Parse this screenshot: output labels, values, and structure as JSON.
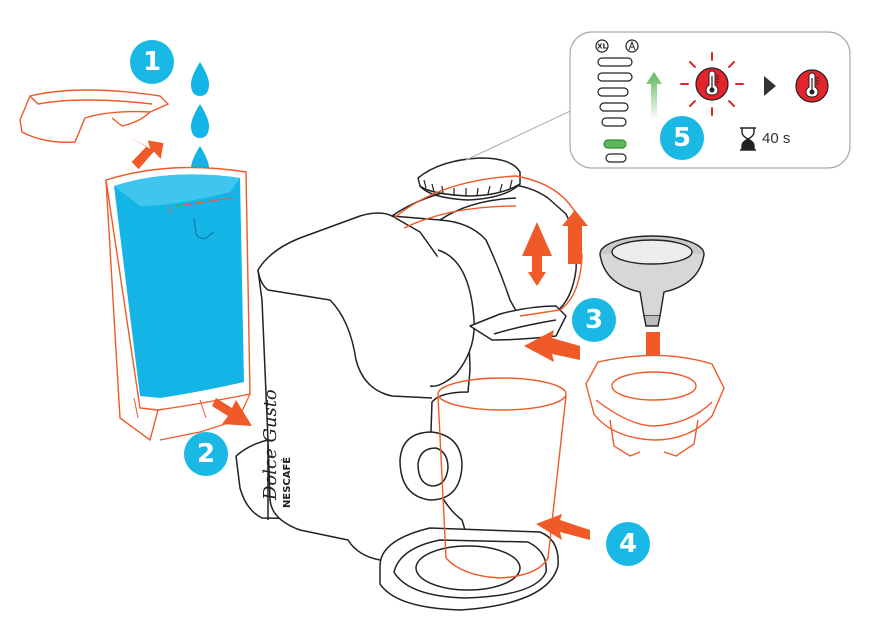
{
  "colors": {
    "accent_blue": "#1ab8e4",
    "water": "#14b4e6",
    "orange": "#ef5a28",
    "indicator_red": "#e4242c",
    "indicator_green": "#5cb85c",
    "line": "#222222"
  },
  "steps": [
    {
      "number": "1",
      "action": "fill-water-tank"
    },
    {
      "number": "2",
      "action": "insert-water-tank"
    },
    {
      "number": "3",
      "action": "insert-capsule-holder"
    },
    {
      "number": "4",
      "action": "place-cup"
    },
    {
      "number": "5",
      "action": "heat-up"
    }
  ],
  "machine": {
    "brand_nescafe": "NESCAFÉ",
    "brand_model": "Dolce Gusto"
  },
  "panel": {
    "icon_xl": "XL",
    "timer_label": "40 s",
    "heating_icon": "thermometer-flashing-icon",
    "ready_icon": "thermometer-icon"
  }
}
